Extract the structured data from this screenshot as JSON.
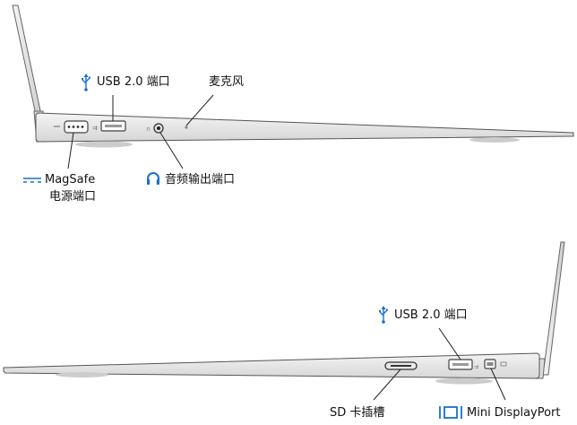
{
  "left_view": {
    "usb_label": "USB 2.0 端口",
    "mic_label": "麦克风",
    "magsafe_label_line1": "MagSafe",
    "magsafe_label_line2": "电源端口",
    "headphone_label": "音频输出端口"
  },
  "right_view": {
    "usb_label": "USB 2.0 端口",
    "sd_label": "SD 卡插槽",
    "displayport_label": "Mini DisplayPort"
  },
  "icons": {
    "usb": "usb-icon",
    "magsafe": "magsafe-icon",
    "headphone": "headphone-icon",
    "displayport": "displayport-icon"
  },
  "colors": {
    "accent": "#1a6fd1",
    "outline": "#555555",
    "body_fill": "#e8e8e8",
    "shadow": "#cfcfcf"
  }
}
